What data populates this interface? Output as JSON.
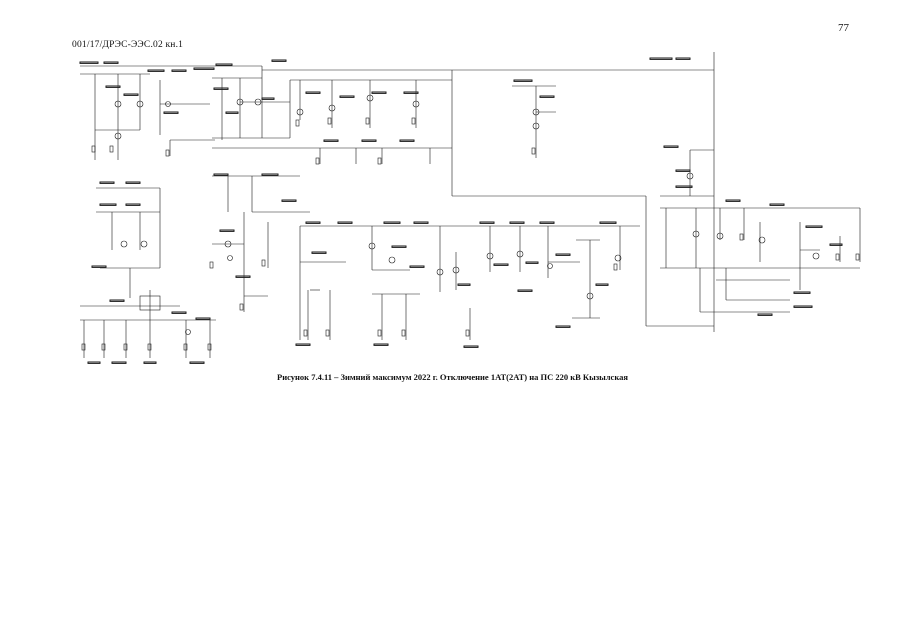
{
  "page_number": "77",
  "header": "001/17/ДРЭС-ЭЭС.02 кн.1",
  "caption": "Рисунок 7.4.11 – Зимний максимум 2022 г. Отключение 1АТ(2АТ) на ПС 220 кВ Кызылская"
}
